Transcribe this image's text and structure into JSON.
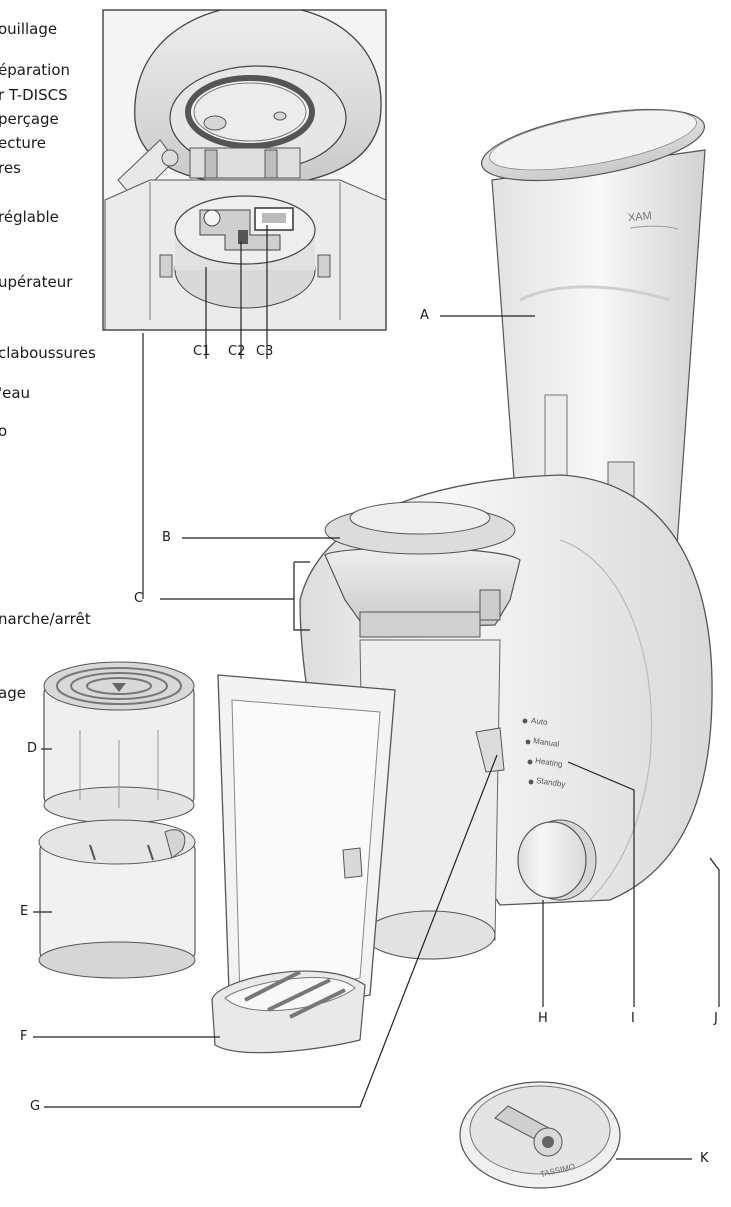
{
  "left_text_fragments": [
    "ouillage",
    "éparation",
    "r T-DISCS",
    "perçage",
    "ecture",
    "res",
    "réglable",
    "upérateur",
    "claboussures",
    "'eau",
    "o",
    "narche/arrêt",
    "age"
  ],
  "callouts": {
    "A": "A",
    "B": "B",
    "C": "C",
    "C1": "C1",
    "C2": "C2",
    "C3": "C3",
    "D": "D",
    "E": "E",
    "F": "F",
    "G": "G",
    "H": "H",
    "I": "I",
    "J": "J",
    "K": "K"
  },
  "tank_brand": "XAM",
  "status_lights": [
    "Auto",
    "Manual",
    "Heating",
    "Standby"
  ],
  "disc_brand": "TASSIMO",
  "colors": {
    "outline": "#3c3c3c",
    "body_fill": "#f1f1f1",
    "shade": "#d6d6d6",
    "dark": "#4a4a4a"
  }
}
